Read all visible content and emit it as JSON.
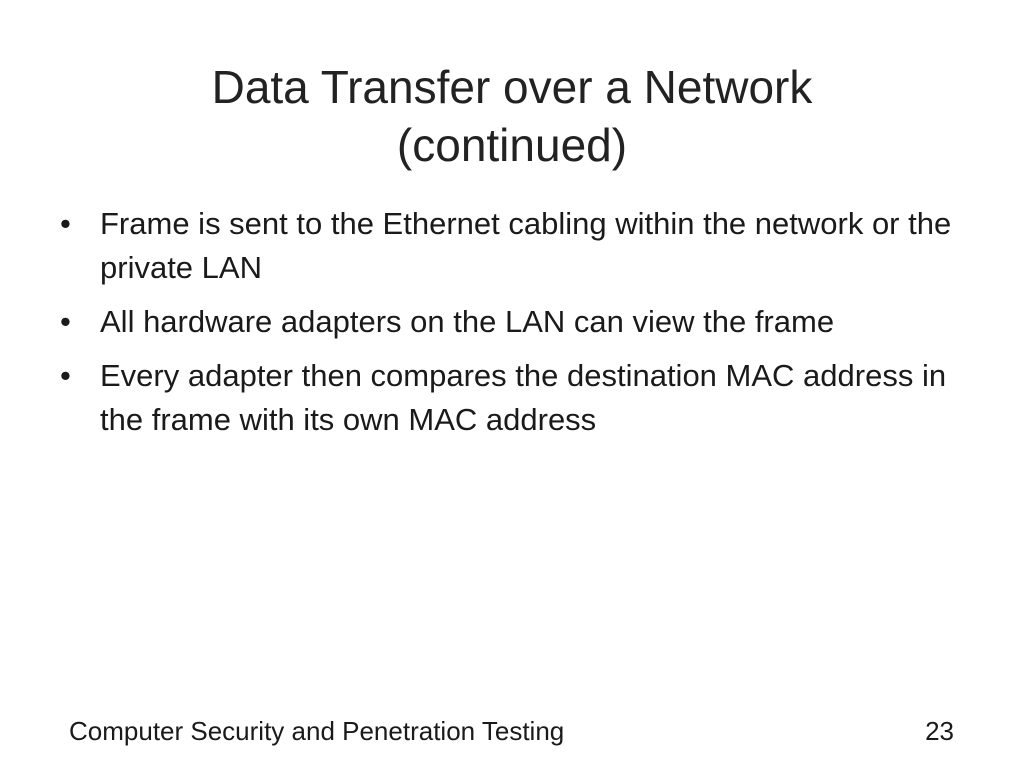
{
  "slide": {
    "title_lines": [
      "Data Transfer over a Network",
      "(continued)"
    ],
    "bullet_glyph": "•",
    "bullets": [
      "Frame is sent to the Ethernet cabling within the network or the private LAN",
      "All hardware adapters on the LAN can view the frame",
      "Every adapter then compares the destination MAC address in the frame with its own MAC address"
    ],
    "footer": {
      "course": "Computer Security and Penetration Testing",
      "page_number": "23"
    }
  }
}
